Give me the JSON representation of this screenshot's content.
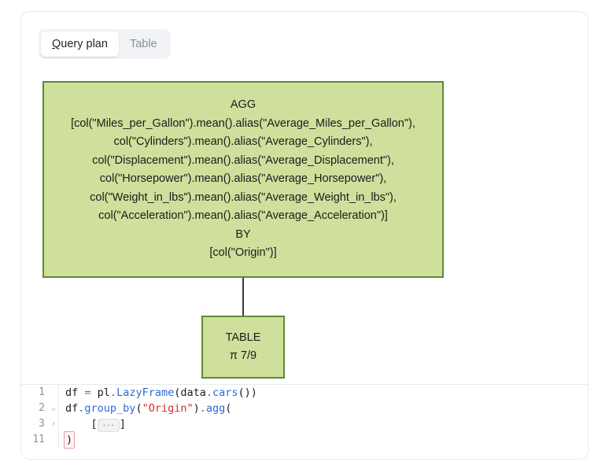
{
  "tabs": [
    {
      "label": "Query plan",
      "accesskey": "Q",
      "rest": "uery plan",
      "active": true
    },
    {
      "label": "Table",
      "active": false
    }
  ],
  "colors": {
    "node_fill": "#cee09b",
    "node_border": "#5f8a34",
    "connector": "#3b3b3b",
    "card_border": "#e7e9ec",
    "tab_group_bg": "#f1f3f6",
    "code_keyword": "#2b6bd6",
    "code_string": "#d42c2c",
    "code_operator": "#c830c8"
  },
  "plan": {
    "nodes": [
      {
        "id": "agg",
        "lines": [
          "AGG",
          "[col(\"Miles_per_Gallon\").mean().alias(\"Average_Miles_per_Gallon\"),",
          "col(\"Cylinders\").mean().alias(\"Average_Cylinders\"),",
          "col(\"Displacement\").mean().alias(\"Average_Displacement\"),",
          "col(\"Horsepower\").mean().alias(\"Average_Horsepower\"),",
          "col(\"Weight_in_lbs\").mean().alias(\"Average_Weight_in_lbs\"),",
          "col(\"Acceleration\").mean().alias(\"Average_Acceleration\")]",
          "BY",
          "[col(\"Origin\")]"
        ]
      },
      {
        "id": "table",
        "lines": [
          "TABLE",
          "π 7/9"
        ]
      }
    ]
  },
  "editor": {
    "lines": [
      {
        "number": "1",
        "fold": "",
        "tokens": [
          {
            "t": "df ",
            "c": "tok-plain"
          },
          {
            "t": "=",
            "c": "tok-op"
          },
          {
            "t": " pl",
            "c": "tok-plain"
          },
          {
            "t": ".",
            "c": "tok-punc"
          },
          {
            "t": "LazyFrame",
            "c": "tok-fn"
          },
          {
            "t": "(data",
            "c": "tok-plain"
          },
          {
            "t": ".",
            "c": "tok-punc"
          },
          {
            "t": "cars",
            "c": "tok-fn"
          },
          {
            "t": "())",
            "c": "tok-plain"
          }
        ]
      },
      {
        "number": "2",
        "fold": "⌄",
        "tokens": [
          {
            "t": "df",
            "c": "tok-plain"
          },
          {
            "t": ".",
            "c": "tok-punc"
          },
          {
            "t": "group_by",
            "c": "tok-fn"
          },
          {
            "t": "(",
            "c": "tok-plain"
          },
          {
            "t": "\"Origin\"",
            "c": "tok-str"
          },
          {
            "t": ")",
            "c": "tok-plain"
          },
          {
            "t": ".",
            "c": "tok-punc"
          },
          {
            "t": "agg",
            "c": "tok-fn"
          },
          {
            "t": "(",
            "c": "tok-plain"
          }
        ]
      },
      {
        "number": "3",
        "fold": "›",
        "prefix": "    [",
        "folded_widget": "...",
        "suffix": "]"
      },
      {
        "number": "11",
        "fold": "",
        "bracket_match": ")"
      }
    ]
  }
}
